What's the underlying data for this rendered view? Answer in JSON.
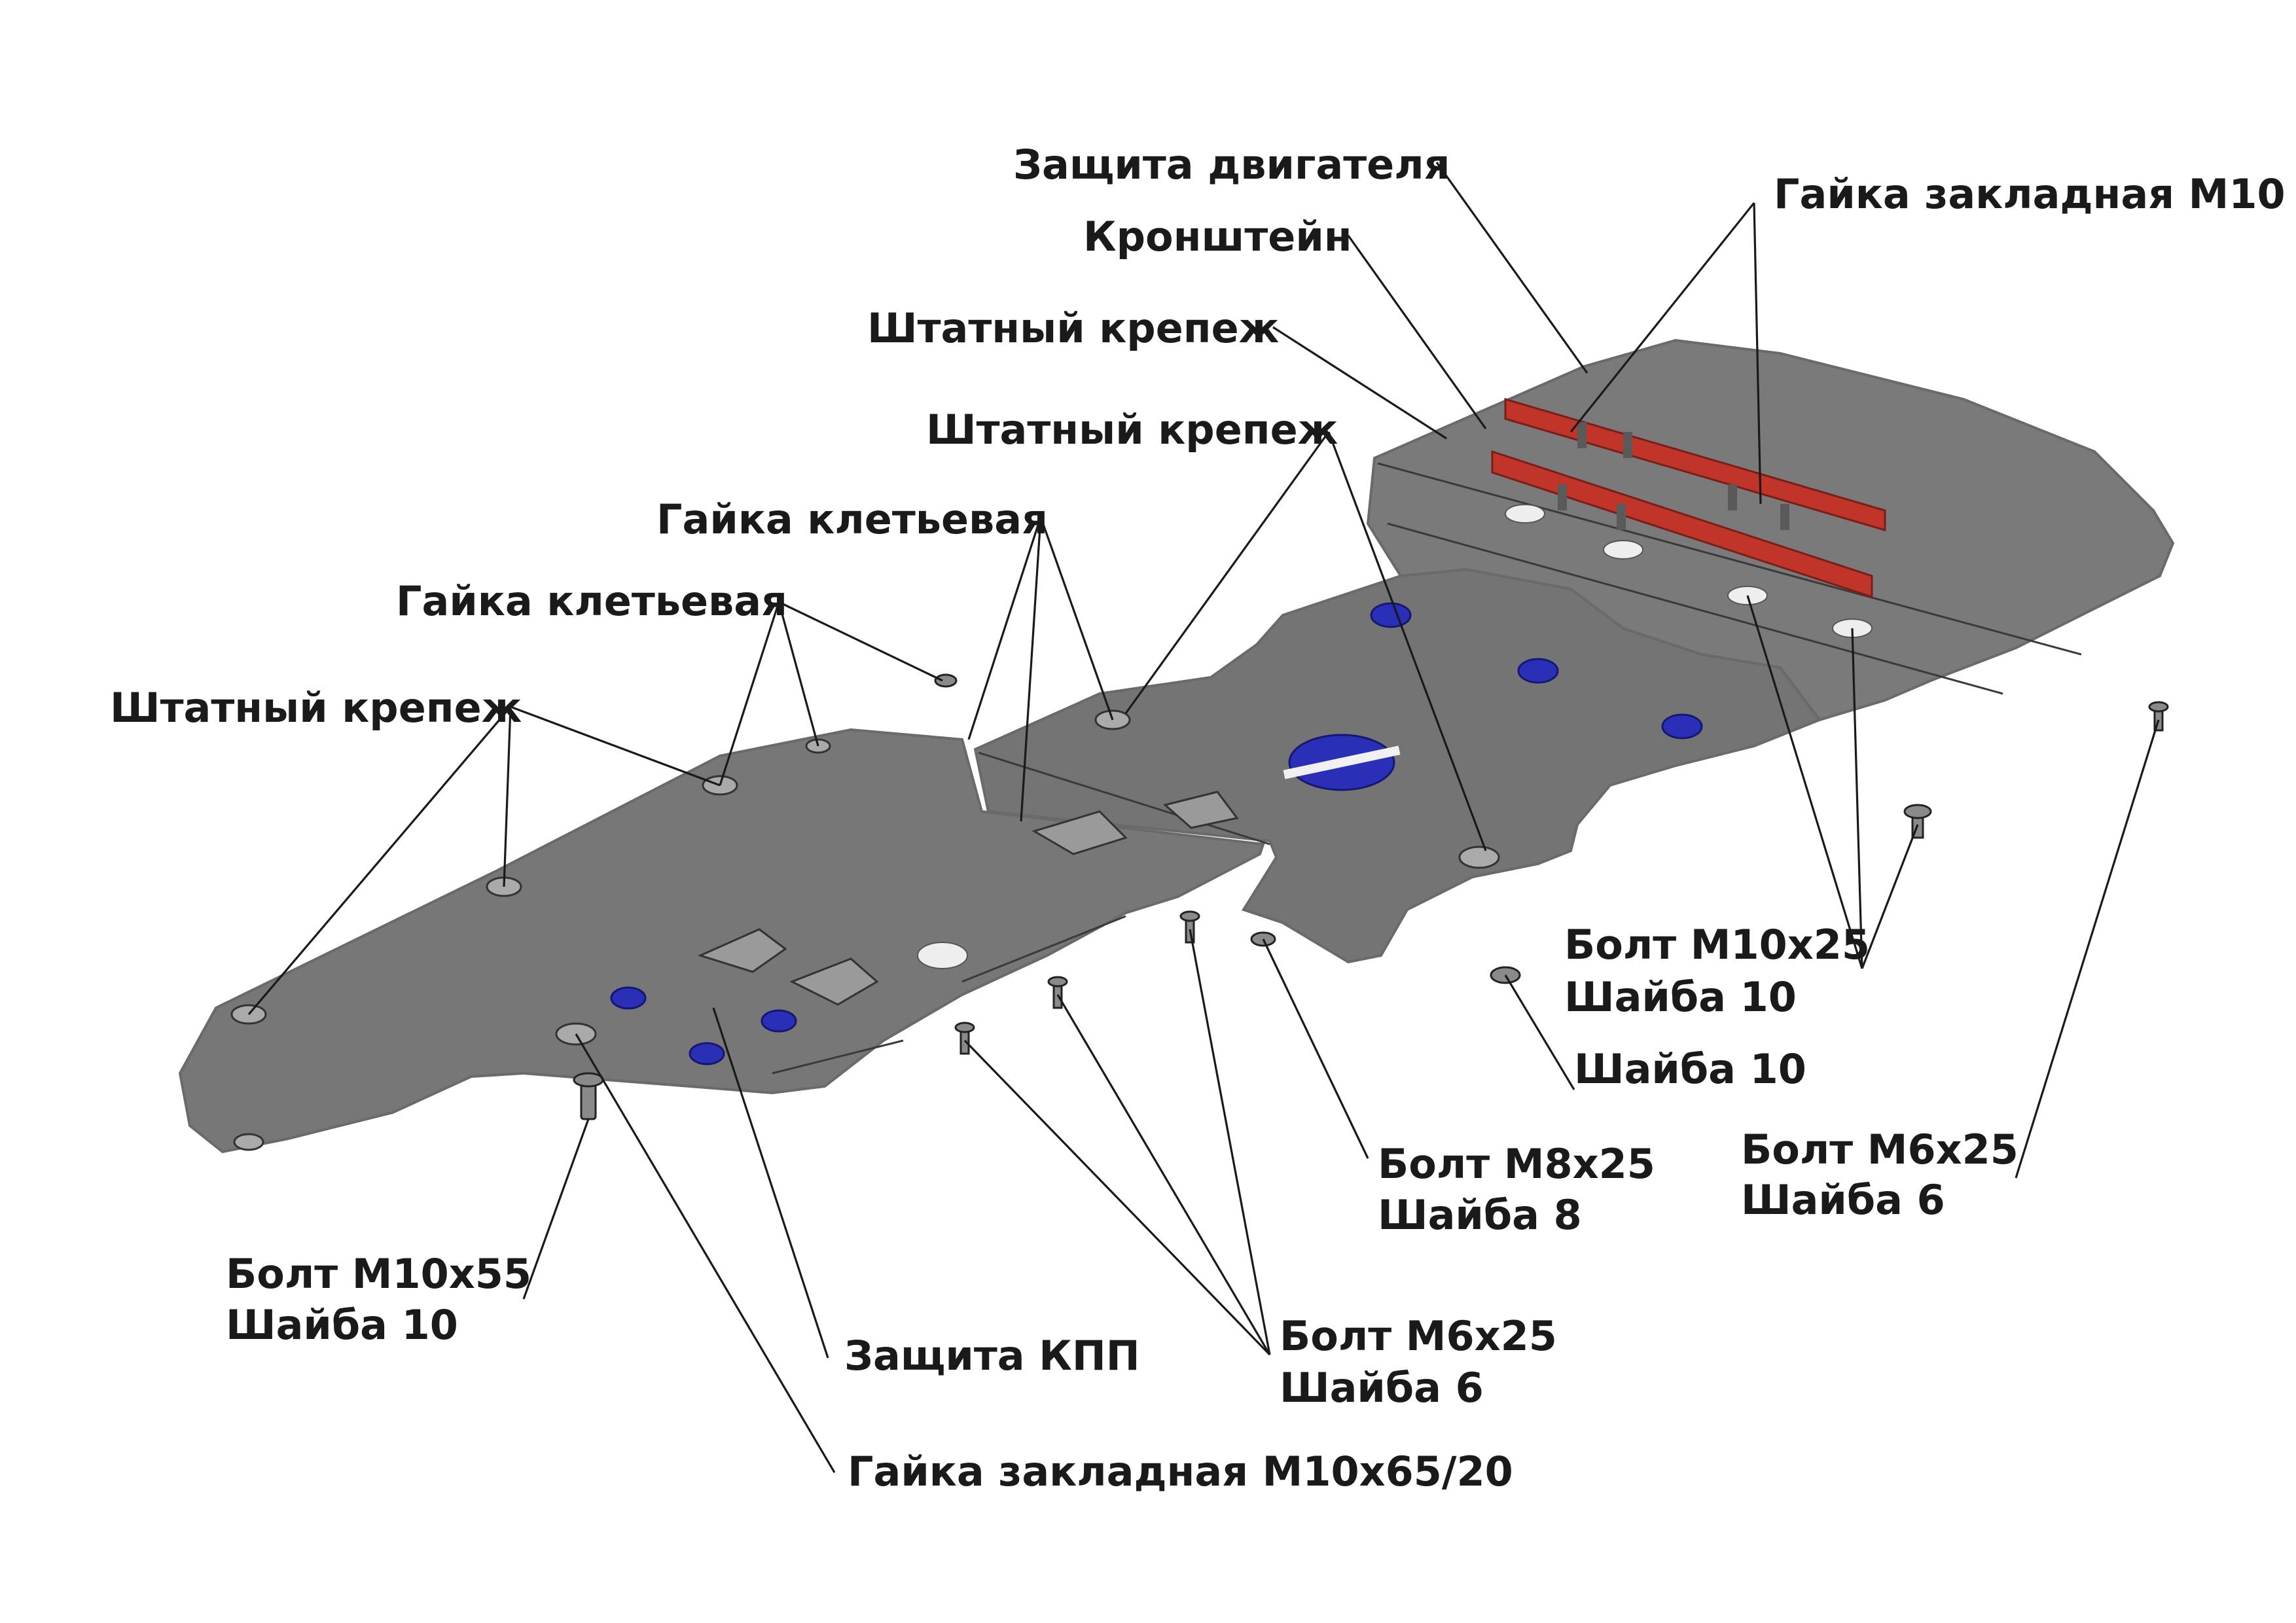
{
  "colors": {
    "background": "#ffffff",
    "plate": "#777777",
    "plate_edge": "#5f5f5f",
    "bracket": "#c0342a",
    "plug": "#2a2fb8",
    "text": "#1a1a1a"
  },
  "labels": {
    "engine_guard": "Защита двигателя",
    "bracket": "Кронштейн",
    "embedded_nut_m10": "Гайка закладная М10",
    "std_fastener_top": "Штатный крепеж",
    "std_fastener_mid": "Штатный крепеж",
    "std_fastener_left": "Штатный крепеж",
    "cage_nut_1": "Гайка клетьевая",
    "cage_nut_2": "Гайка клетьевая",
    "bolt_m10x25": [
      "Болт М10х25",
      "Шайба 10"
    ],
    "washer_10": "Шайба 10",
    "bolt_m6x25_right": [
      "Болт М6х25",
      "Шайба 6"
    ],
    "bolt_m8x25": [
      "Болт М8х25",
      "Шайба 8"
    ],
    "bolt_m10x55": [
      "Болт М10х55",
      "Шайба 10"
    ],
    "gearbox_guard": "Защита КПП",
    "bolt_m6x25_bottom": [
      "Болт М6х25",
      "Шайба 6"
    ],
    "embedded_nut_m10x65": "Гайка закладная М10х65/20"
  }
}
